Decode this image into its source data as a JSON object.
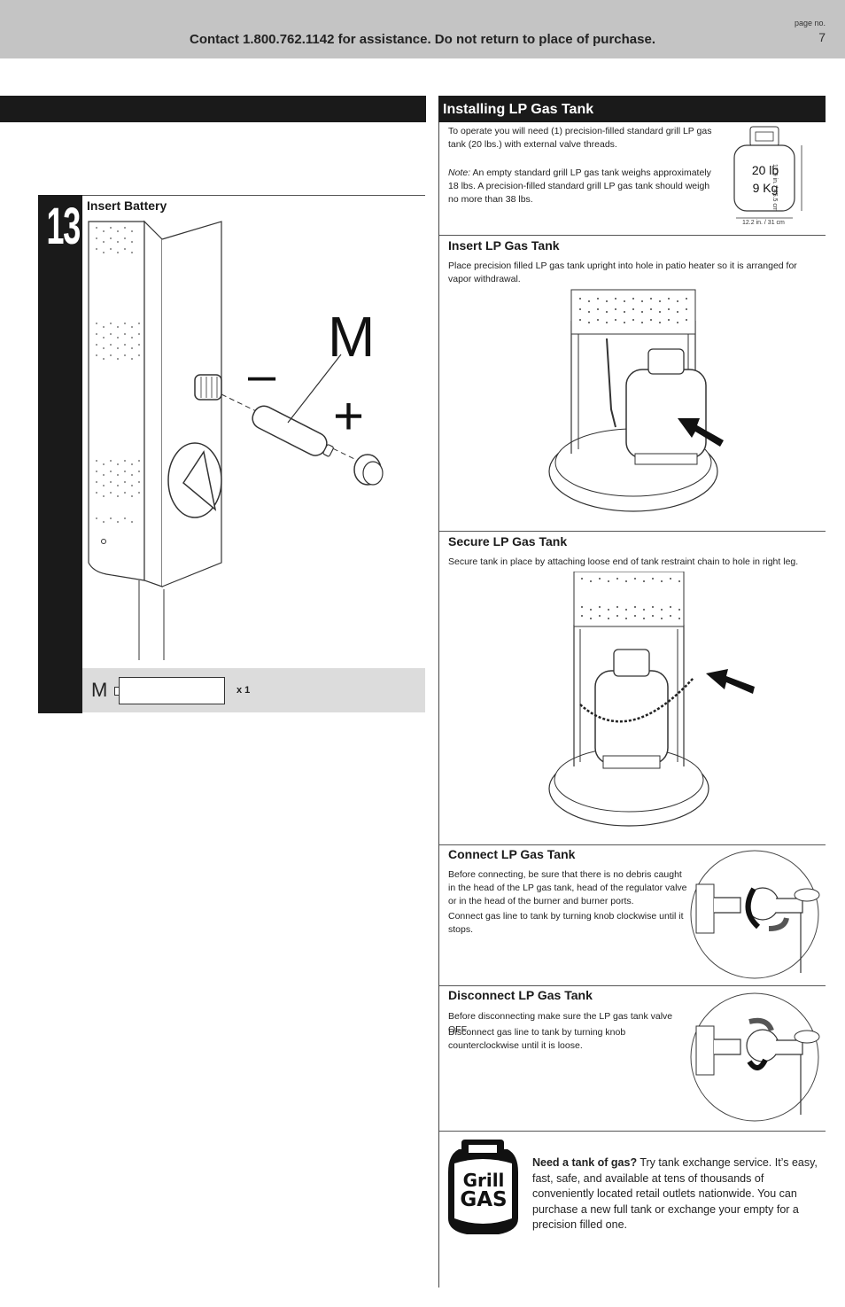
{
  "header": {
    "contact": "Contact 1.800.762.1142 for assistance. Do not return to place of purchase.",
    "page_label": "page no.",
    "page_number": "7"
  },
  "step13": {
    "number": "13",
    "title": "Insert Battery",
    "battery_label": "M",
    "minus": "–",
    "plus": "+",
    "parts_letter": "M",
    "parts_qty": "x 1"
  },
  "lp_section": {
    "title": "Installing LP Gas Tank",
    "intro": "To operate you will need (1) precision-filled standard grill LP gas tank (20 lbs.) with external valve threads.",
    "note_label": "Note:",
    "note_text": " An empty standard grill LP gas tank weighs approximately 18 lbs.  A precision-filled standard grill LP gas tank should weigh no more than 38 lbs.",
    "tank_lb": "20 lb",
    "tank_kg": "9 Kg",
    "tank_height": "17.9 in. / 45.5 cm",
    "tank_width": "12.2 in. / 31 cm"
  },
  "insert": {
    "title": "Insert LP Gas Tank",
    "text": "Place precision filled LP gas tank upright into hole in patio heater so it is arranged for vapor withdrawal."
  },
  "secure": {
    "title": "Secure LP Gas Tank",
    "text": "Secure tank in place by attaching loose end of tank restraint chain to hole in right leg."
  },
  "connect": {
    "title": "Connect LP Gas Tank",
    "p1": "Before connecting, be sure that there is no debris caught in the head of the LP gas tank, head of the regulator valve or in the head of the burner and burner ports.",
    "p2": "Connect gas line to tank by turning knob clockwise until it stops."
  },
  "disconnect": {
    "title": "Disconnect LP Gas Tank",
    "p1": "Before disconnecting make sure the LP gas tank valve OFF.",
    "p2": "Disconnect gas line to tank by turning knob counterclockwise until it is loose."
  },
  "grillgas": {
    "logo_line1": "Grill",
    "logo_line2": "GAS",
    "lead": "Need a tank of gas?",
    "text": " Try tank exchange service. It’s easy, fast, safe, and available at tens of thousands of conveniently located retail outlets nationwide. You can purchase a new full tank or exchange your empty for a precision filled one."
  }
}
